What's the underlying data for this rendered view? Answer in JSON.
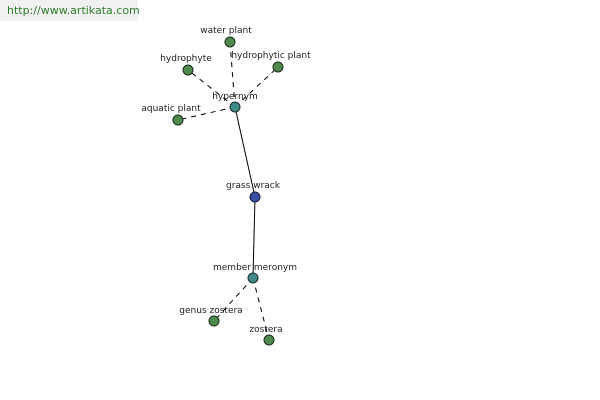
{
  "header": {
    "url": "http://www.artikata.com"
  },
  "graph": {
    "colors": {
      "leaf_node": "#4e8a4e",
      "relation_node": "#3f8a86",
      "focus_node": "#3a4ea3",
      "banner_bg": "#f1f1f1",
      "url_text": "#2e7d2e"
    },
    "nodes": {
      "water_plant": {
        "label": "water plant"
      },
      "hydrophyte": {
        "label": "hydrophyte"
      },
      "hydrophytic_plant": {
        "label": "hydrophytic plant"
      },
      "hypernym": {
        "label": "hypernym"
      },
      "aquatic_plant": {
        "label": "aquatic plant"
      },
      "grass_wrack": {
        "label": "grass wrack"
      },
      "member_meronym": {
        "label": "member meronym"
      },
      "genus_zostera": {
        "label": "genus zostera"
      },
      "zostera": {
        "label": "zostera"
      }
    }
  }
}
